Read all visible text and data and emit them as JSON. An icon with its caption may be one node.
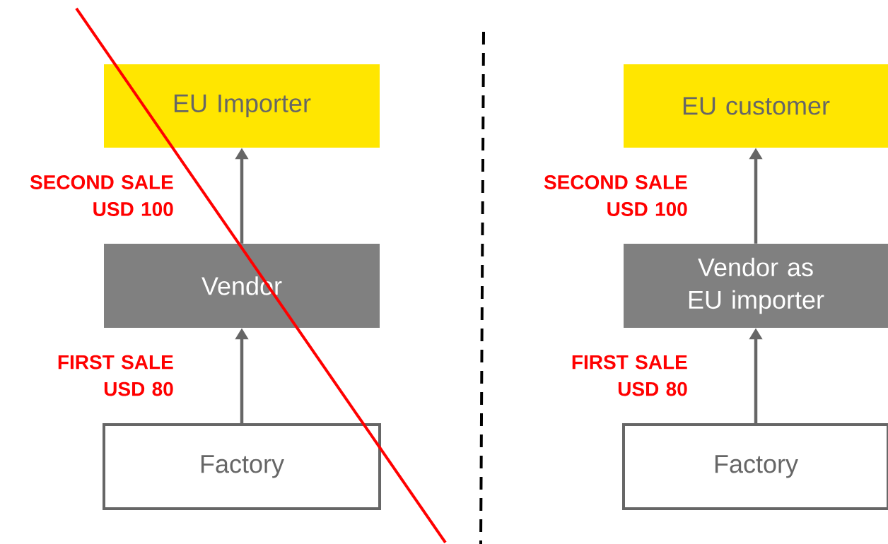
{
  "diagram": {
    "nodes": [
      {
        "text": [
          "EU Importer"
        ]
      },
      {
        "text": [
          "Vendor"
        ]
      },
      {
        "text": [
          "Factory"
        ]
      },
      {
        "text": [
          "EU customer"
        ]
      },
      {
        "text": [
          "Vendor as EU importer"
        ]
      },
      {
        "text": [
          "Factory"
        ]
      }
    ],
    "edges": [
      {
        "from": 1,
        "to": 0,
        "arrow": "to",
        "label": "SECOND SALE USD 100"
      },
      {
        "from": 2,
        "to": 1,
        "arrow": "to",
        "label": "FIRST SALE USD 80"
      },
      {
        "from": 4,
        "to": 3,
        "arrow": "to",
        "label": "SECOND SALE USD 100"
      },
      {
        "from": 5,
        "to": 4,
        "arrow": "to",
        "label": "FIRST SALE USD 80"
      }
    ]
  }
}
